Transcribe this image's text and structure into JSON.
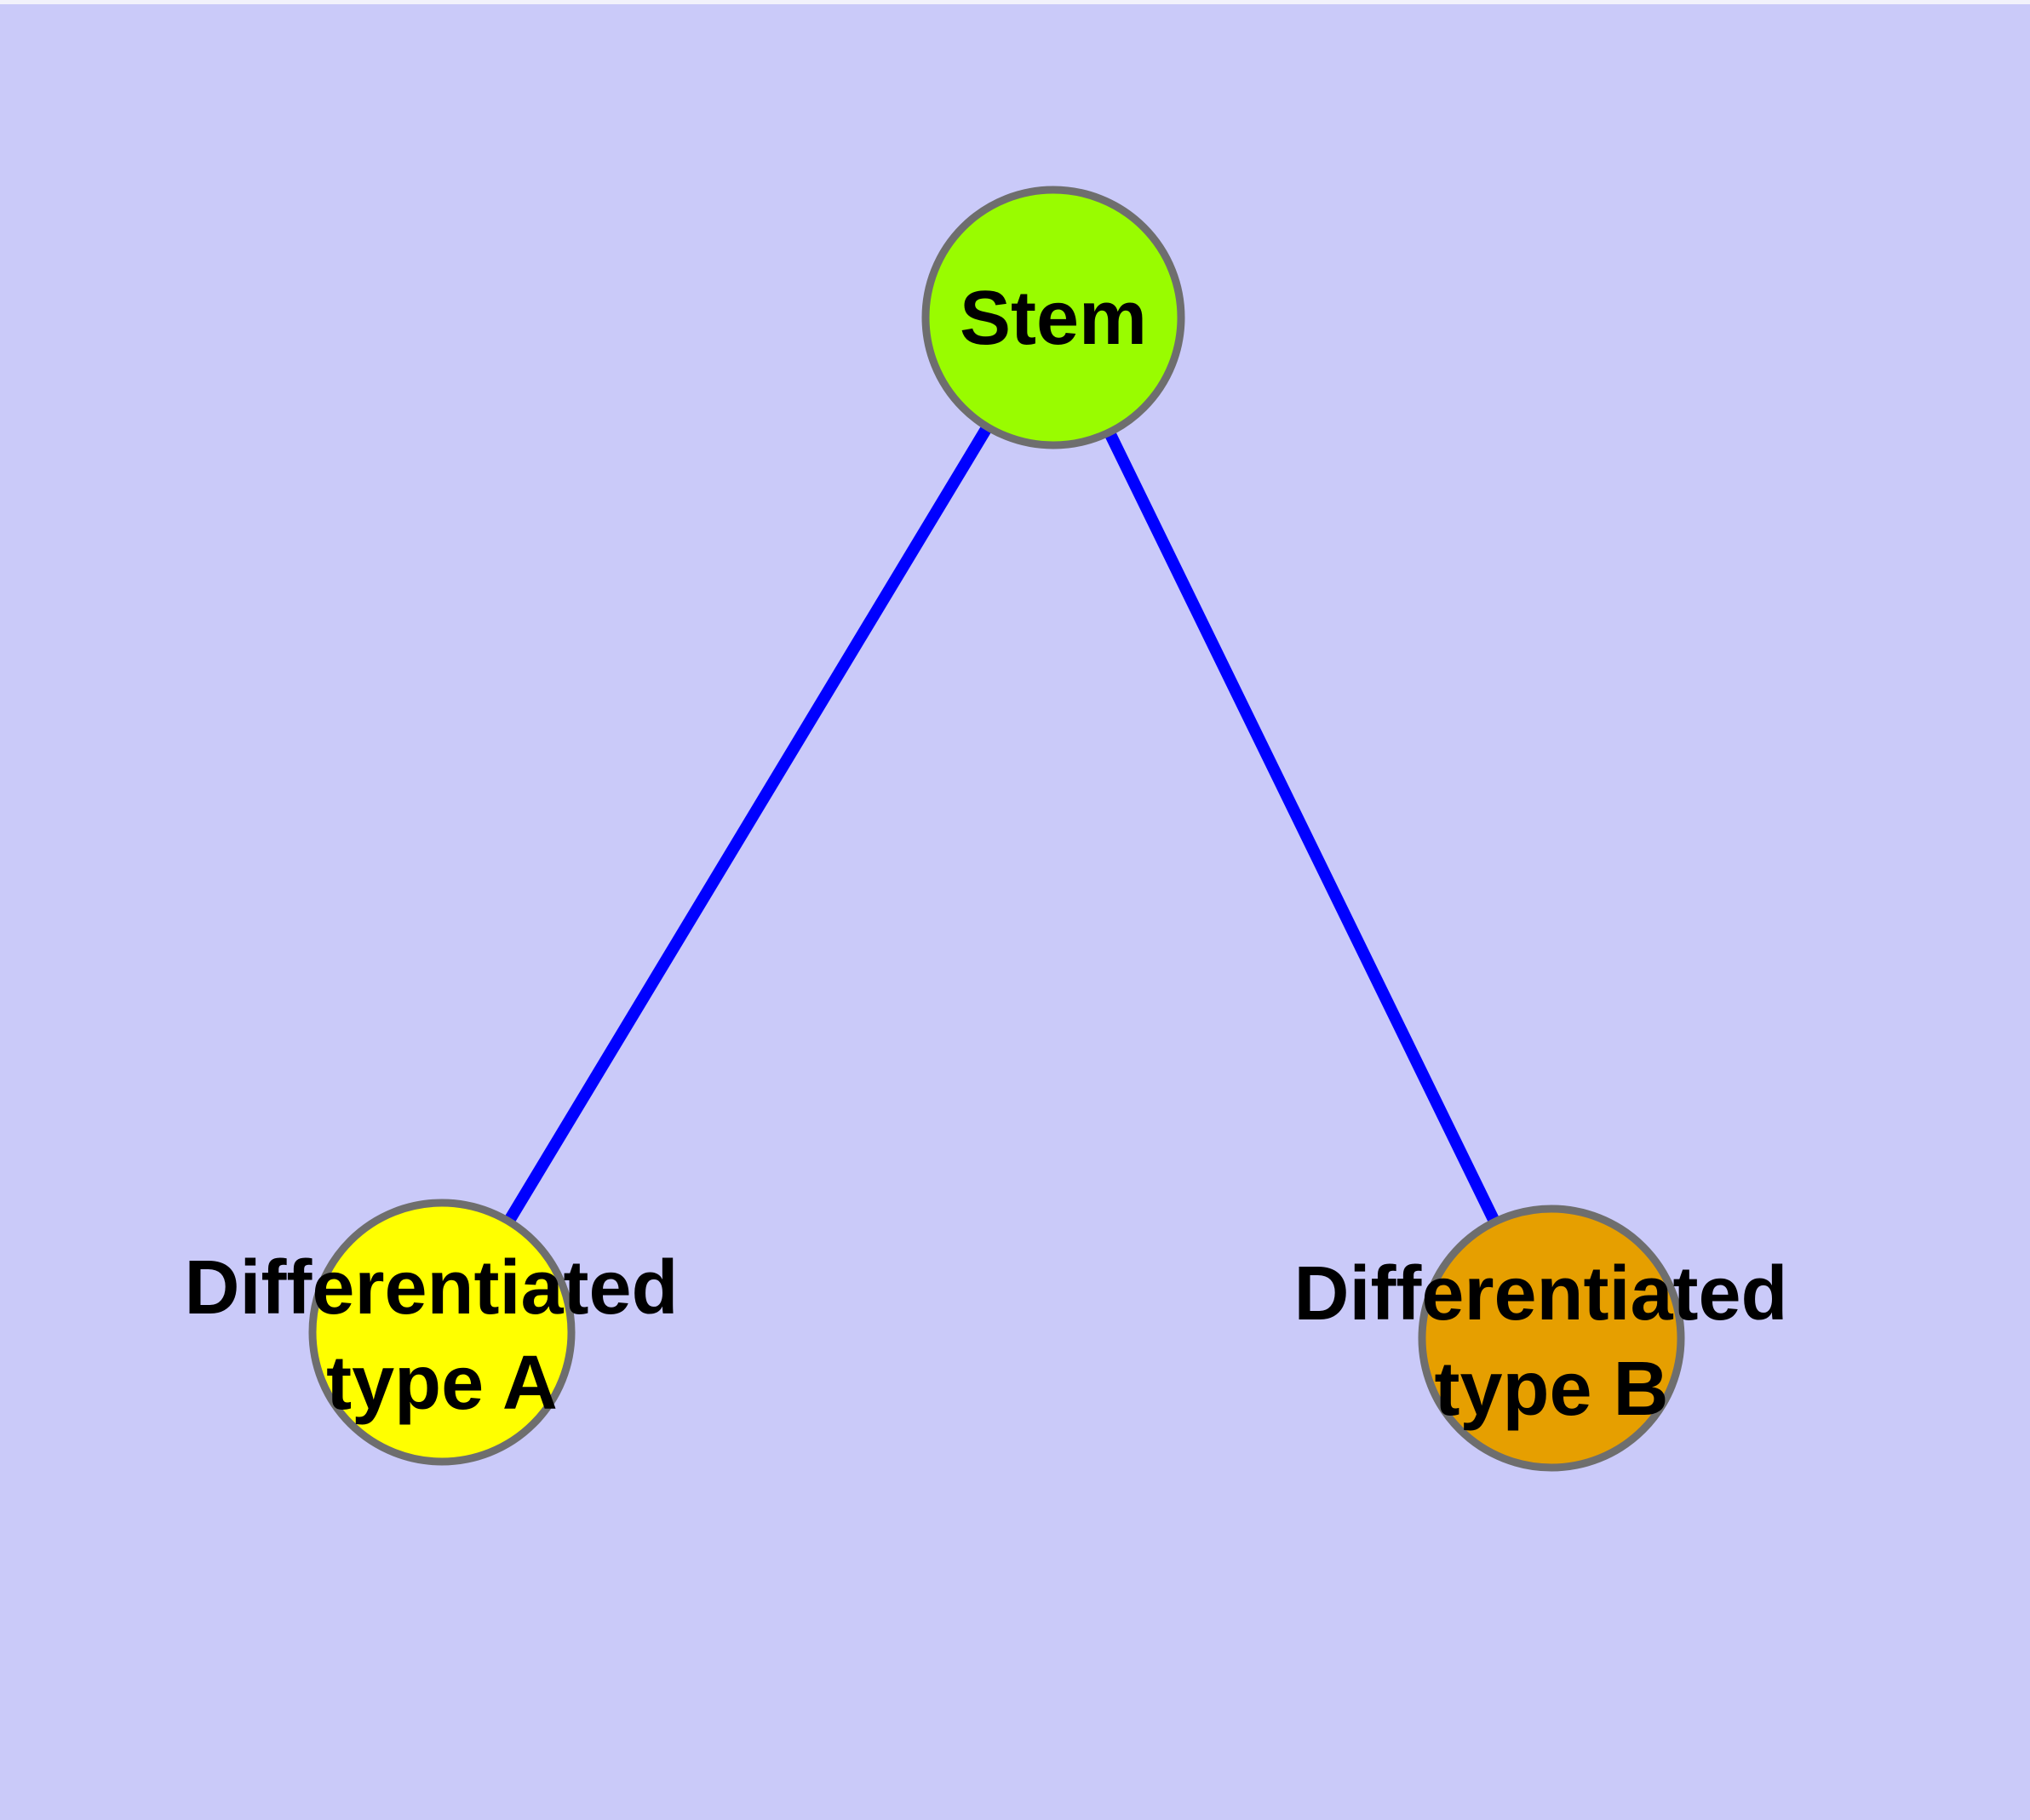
{
  "diagram": {
    "type": "graph",
    "background_color": "#CACAF9",
    "top_strip_color": "#F2F2FB",
    "edge_color": "#0000FF",
    "node_border_color": "#6E6E6E",
    "label_color": "#000000",
    "nodes": [
      {
        "id": "stem",
        "label": "Stem",
        "fill": "#99FC00"
      },
      {
        "id": "differentiated-type-a",
        "label": "Differentiated type A",
        "label_line1": "Differentiated",
        "label_line2": "type A",
        "fill": "#FFFF00"
      },
      {
        "id": "differentiated-type-b",
        "label": "Differentiated type B",
        "label_line1": "Differentiated",
        "label_line2": "type B",
        "fill": "#E69F00"
      }
    ],
    "edges": [
      {
        "from": "stem",
        "to": "differentiated-type-a"
      },
      {
        "from": "stem",
        "to": "differentiated-type-b"
      }
    ]
  }
}
